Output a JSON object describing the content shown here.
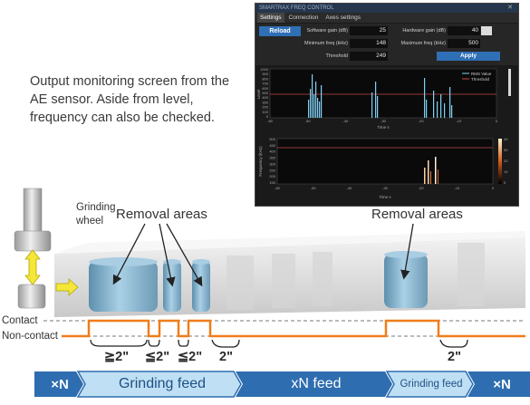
{
  "caption": "Output monitoring screen from the AE sensor. Aside from level, frequency can also be checked.",
  "window": {
    "title": "SMARTRAX FREQ CONTROL",
    "tabs": [
      "Settings",
      "Connection",
      "Axes settings"
    ],
    "reload_label": "Reload",
    "apply_label": "Apply",
    "fields": [
      {
        "label": "Software gain (dB)",
        "value": "25"
      },
      {
        "label": "Hardware gain (dB)",
        "value": "40"
      },
      {
        "label": "Minimum freq (kHz)",
        "value": "148"
      },
      {
        "label": "Maximum freq (kHz)",
        "value": "500"
      },
      {
        "label": "Threshold",
        "value": "249"
      }
    ],
    "plot1": {
      "ylabel": "Level",
      "xlabel": "Time s",
      "yticks": [
        "1000",
        "900",
        "800",
        "700",
        "600",
        "500",
        "400",
        "300",
        "200",
        "100",
        "0"
      ],
      "xticks": [
        "-60",
        "-50",
        "-40",
        "-30",
        "-20",
        "-10",
        "0"
      ],
      "legend": [
        "RMS Value",
        "Threshold"
      ],
      "series_color": "#7fd0f5",
      "threshold_color": "#c04848"
    },
    "plot2": {
      "ylabel": "Frequency (kHz)",
      "xlabel": "Time s",
      "yticks": [
        "500",
        "450",
        "400",
        "350",
        "300",
        "250",
        "200",
        "150"
      ],
      "xticks": [
        "-60",
        "-50",
        "-40",
        "-30",
        "-20",
        "-10",
        "0"
      ],
      "colorbar": [
        "40",
        "30",
        "20",
        "10",
        "0"
      ]
    }
  },
  "diagram": {
    "grinding_wheel": "Grinding\nwheel",
    "removal_left": "Removal areas",
    "removal_right": "Removal areas",
    "contact": "Contact",
    "non_contact": "Non-contact",
    "durations": [
      "≧2\"",
      "≦2\"",
      "≦2\"",
      "2\"",
      "2\""
    ],
    "signal_color": "#f07d1a",
    "bar": [
      {
        "text": "×N",
        "kind": "dark"
      },
      {
        "text": "Grinding feed",
        "kind": "light"
      },
      {
        "text": "xN feed",
        "kind": "dark"
      },
      {
        "text": "Grinding feed",
        "kind": "light"
      },
      {
        "text": "×N",
        "kind": "dark"
      }
    ],
    "colors": {
      "bar_dark": "#2e6db0",
      "bar_light": "#bfe0f4",
      "cylinder": "#8ab6cf"
    }
  }
}
